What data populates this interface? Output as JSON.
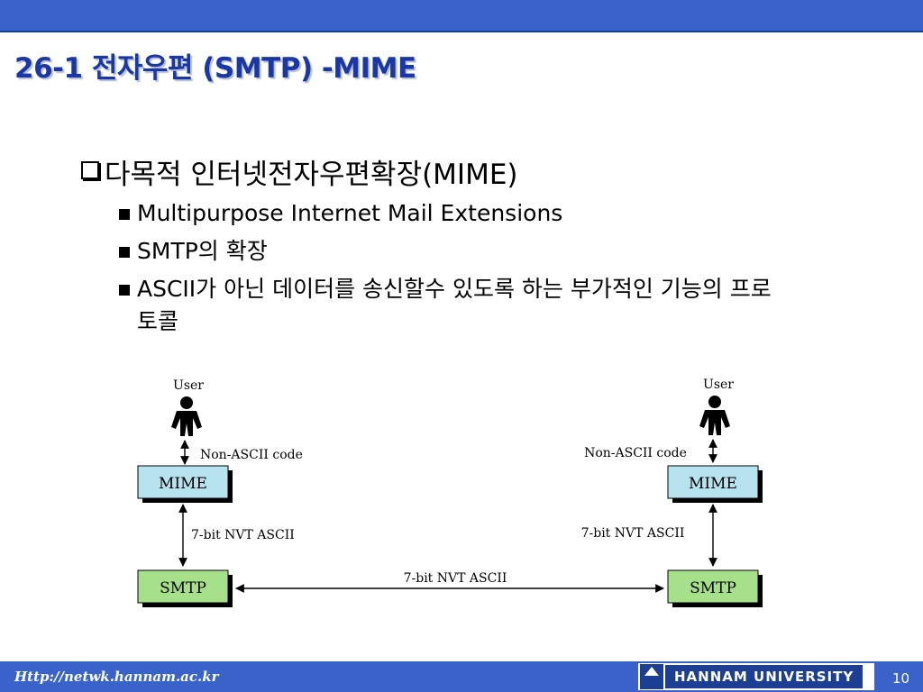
{
  "slide": {
    "title": "26-1 전자우편 (SMTP) -MIME",
    "main_bullet": "다목적 인터넷전자우편확장(MIME)",
    "sub_bullets": [
      "Multipurpose Internet Mail Extensions",
      "SMTP의 확장",
      "ASCII가 아닌 데이터를 송신할수 있도록 하는 부가적인 기능의 프로토콜"
    ]
  },
  "diagram": {
    "user_label": "User",
    "non_ascii_label": "Non-ASCII code",
    "mime_label": "MIME",
    "nvt_label": "7-bit NVT ASCII",
    "smtp_label": "SMTP",
    "colors": {
      "mime_box": "#b7e3ee",
      "smtp_box": "#a7e08a",
      "title": "#1a37a6",
      "bar": "#3a63c9"
    }
  },
  "footer": {
    "url": "Http://netwk.hannam.ac.kr",
    "university": "HANNAM UNIVERSITY",
    "page": "10"
  }
}
